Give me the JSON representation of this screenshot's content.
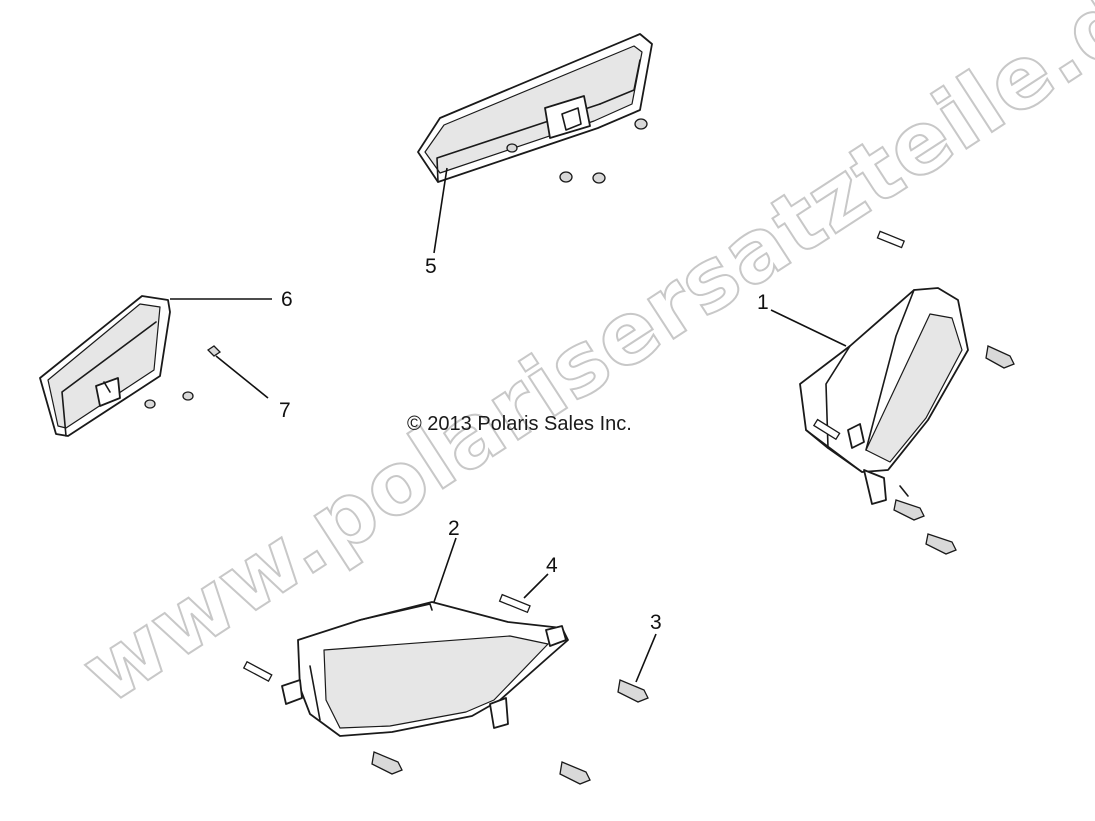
{
  "copyright": "© 2013 Polaris Sales Inc.",
  "watermark": "www.polarisersatzteile.de",
  "callouts": {
    "c1": "1",
    "c2": "2",
    "c3": "3",
    "c4": "4",
    "c5": "5",
    "c6": "6",
    "c7": "7"
  },
  "colors": {
    "line": "#1a1a1a",
    "watermark_outline": "#c8c8c8",
    "background": "#ffffff"
  }
}
